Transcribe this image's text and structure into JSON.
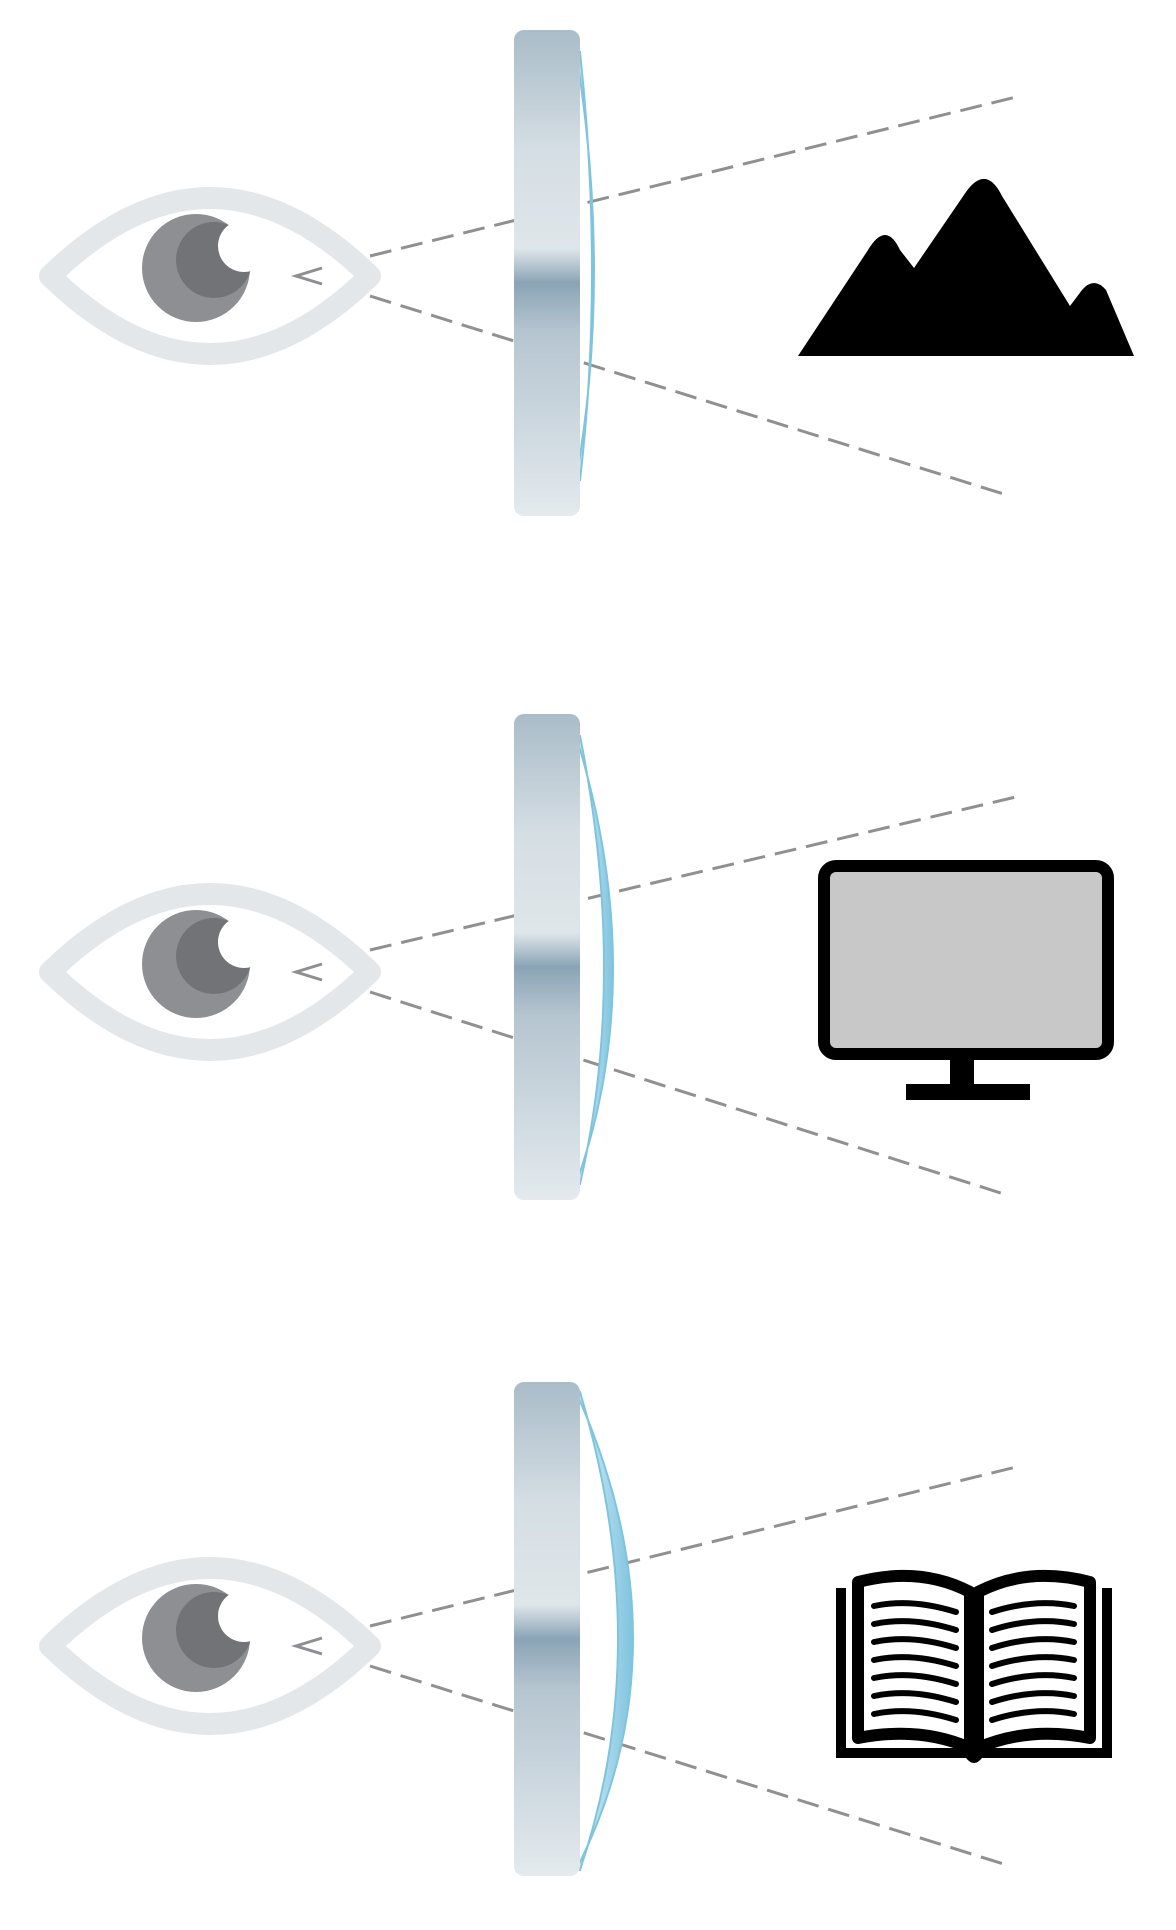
{
  "colors": {
    "background": "#ffffff",
    "eye_outline": "#e4e7ea",
    "iris_outer": "#8d8f92",
    "iris_inner": "#717376",
    "highlight": "#ffffff",
    "sight_line": "#909090",
    "lens_frame_light": "#dfe6ea",
    "lens_frame_mid": "#a9bcc8",
    "lens_frame_dark": "#8aa4b5",
    "lens_curve": "#7fc4df",
    "icon_black": "#000000",
    "screen_fill": "#c8c8c8"
  },
  "panels": [
    {
      "id": "distance",
      "object_icon": "mountain-icon",
      "add_power": 0.0
    },
    {
      "id": "intermediate",
      "object_icon": "monitor-icon",
      "add_power": 0.5
    },
    {
      "id": "near",
      "object_icon": "open-book-icon",
      "add_power": 1.0
    }
  ]
}
